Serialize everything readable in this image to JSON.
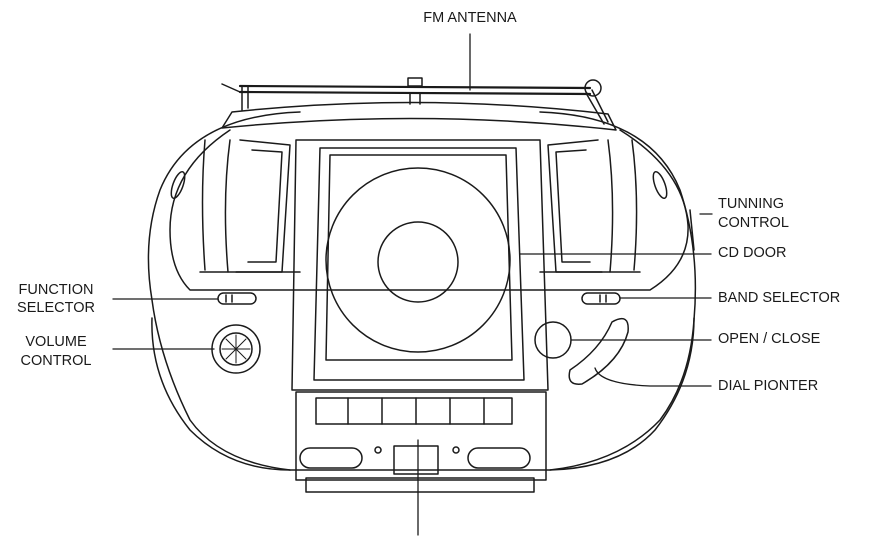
{
  "labels": {
    "fm_antenna": "FM ANTENNA",
    "tunning_control_1": "TUNNING",
    "tunning_control_2": "CONTROL",
    "cd_door": "CD DOOR",
    "function_selector_1": "FUNCTION",
    "function_selector_2": "SELECTOR",
    "band_selector": "BAND SELECTOR",
    "volume_control_1": "VOLUME",
    "volume_control_2": "CONTROL",
    "open_close": "OPEN / CLOSE",
    "dial_pointer": "DIAL PIONTER"
  },
  "colors": {
    "line": "#1a1a1a",
    "shade": "#d9d9d9"
  }
}
